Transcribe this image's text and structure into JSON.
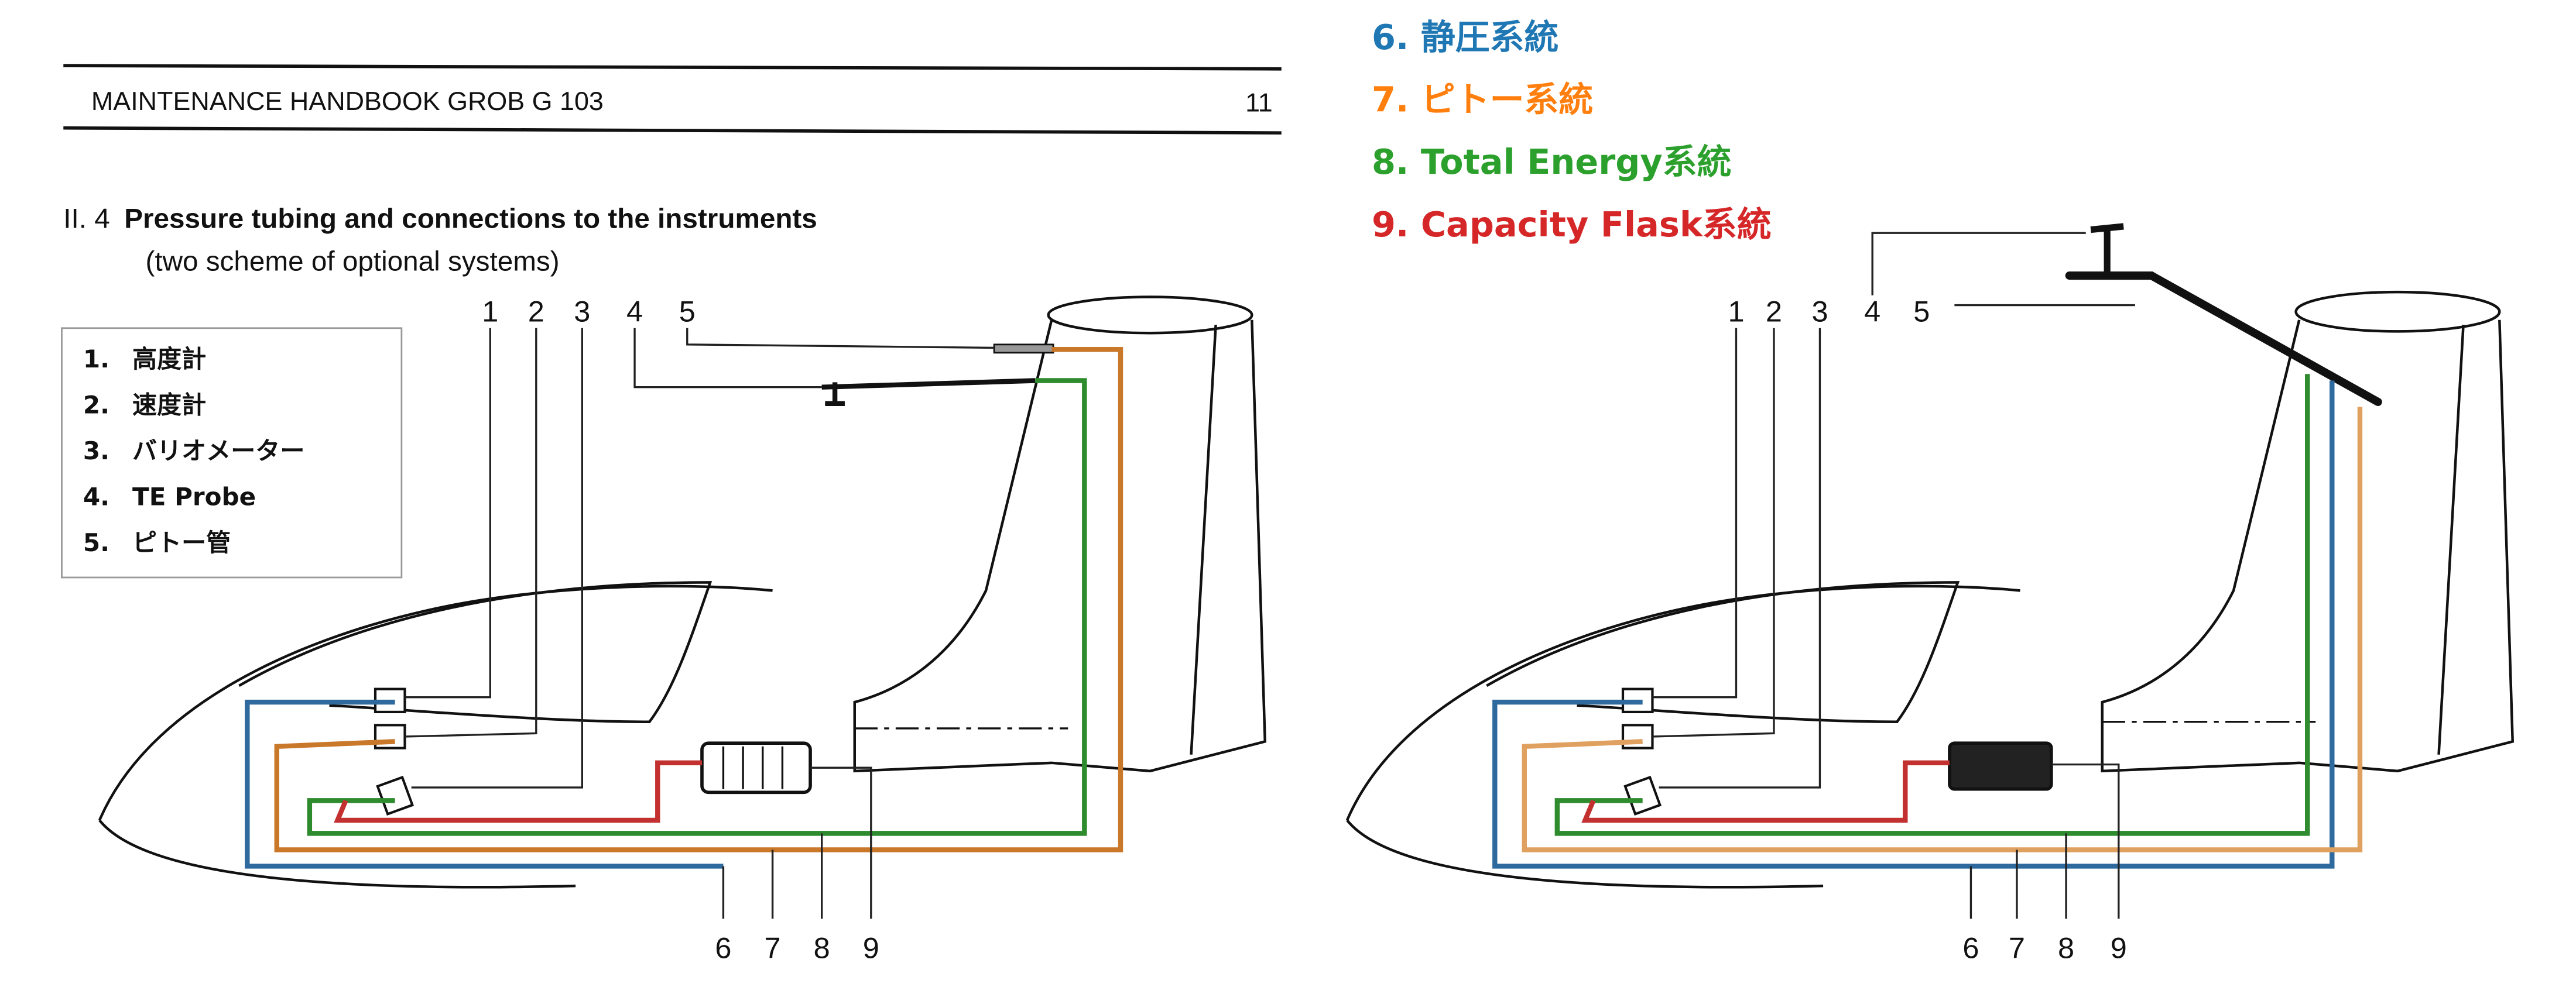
{
  "header": {
    "title": "MAINTENANCE HANDBOOK GROB G 103",
    "page_number": "11"
  },
  "section": {
    "number": "II. 4",
    "title": "Pressure tubing and connections to the instruments",
    "subtitle": "(two scheme of optional systems)"
  },
  "instrument_legend": [
    {
      "num": "1.",
      "label": "高度計"
    },
    {
      "num": "2.",
      "label": "速度計"
    },
    {
      "num": "3.",
      "label": "バリオメーター"
    },
    {
      "num": "4.",
      "label": "TE Probe"
    },
    {
      "num": "5.",
      "label": "ピトー管"
    }
  ],
  "system_legend": [
    {
      "label": "6. 静圧系統",
      "color": "#1f77b4"
    },
    {
      "label": "7. ピトー系統",
      "color": "#ff7f0e"
    },
    {
      "label": "8. Total Energy系統",
      "color": "#2ca02c"
    },
    {
      "label": "9. Capacity Flask系統",
      "color": "#d62728"
    }
  ],
  "diagram_labels": {
    "top": [
      "1",
      "2",
      "3",
      "4",
      "5"
    ],
    "bottom": [
      "6",
      "7",
      "8",
      "9"
    ]
  }
}
